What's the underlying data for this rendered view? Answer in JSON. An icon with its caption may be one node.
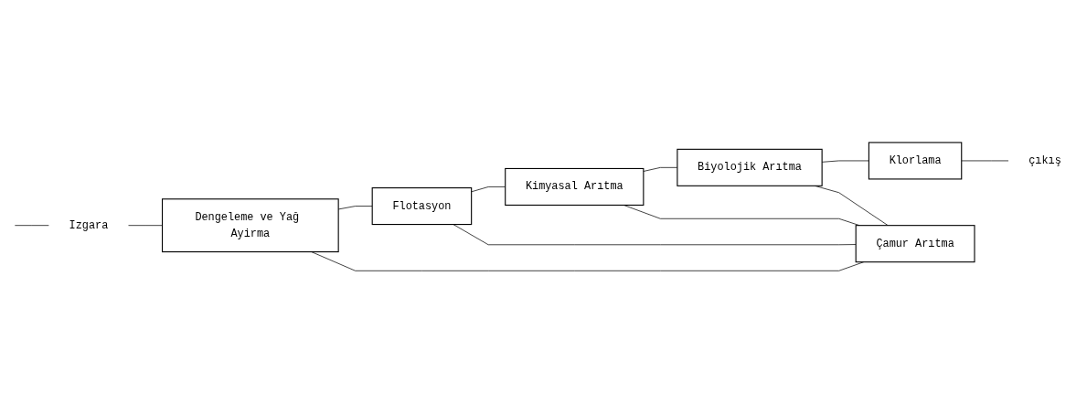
{
  "diagram": {
    "nodes": [
      {
        "text": [
          "Izgara"
        ]
      },
      {
        "text": [
          "Dengeleme ve Yağ Ayirma"
        ]
      },
      {
        "text": [
          "Flotasyon"
        ]
      },
      {
        "text": [
          "Kimyasal Arıtma"
        ]
      },
      {
        "text": [
          "Biyolojik Arıtma"
        ]
      },
      {
        "text": [
          "Klorlama"
        ]
      },
      {
        "text": [
          "çıkış"
        ]
      },
      {
        "text": [
          "Çamur Arıtma"
        ]
      }
    ],
    "edges": [
      {
        "from": null,
        "to": 0,
        "arrow": "none"
      },
      {
        "from": 0,
        "to": 1,
        "arrow": "none"
      },
      {
        "from": 1,
        "to": 2,
        "arrow": "none"
      },
      {
        "from": 2,
        "to": 3,
        "arrow": "none"
      },
      {
        "from": 3,
        "to": 4,
        "arrow": "none"
      },
      {
        "from": 4,
        "to": 5,
        "arrow": "none"
      },
      {
        "from": 5,
        "to": 6,
        "arrow": "none"
      },
      {
        "from": 1,
        "to": 7,
        "arrow": "none"
      },
      {
        "from": 2,
        "to": 7,
        "arrow": "none"
      },
      {
        "from": 3,
        "to": 7,
        "arrow": "none"
      },
      {
        "from": 4,
        "to": 7,
        "arrow": "none"
      }
    ]
  }
}
